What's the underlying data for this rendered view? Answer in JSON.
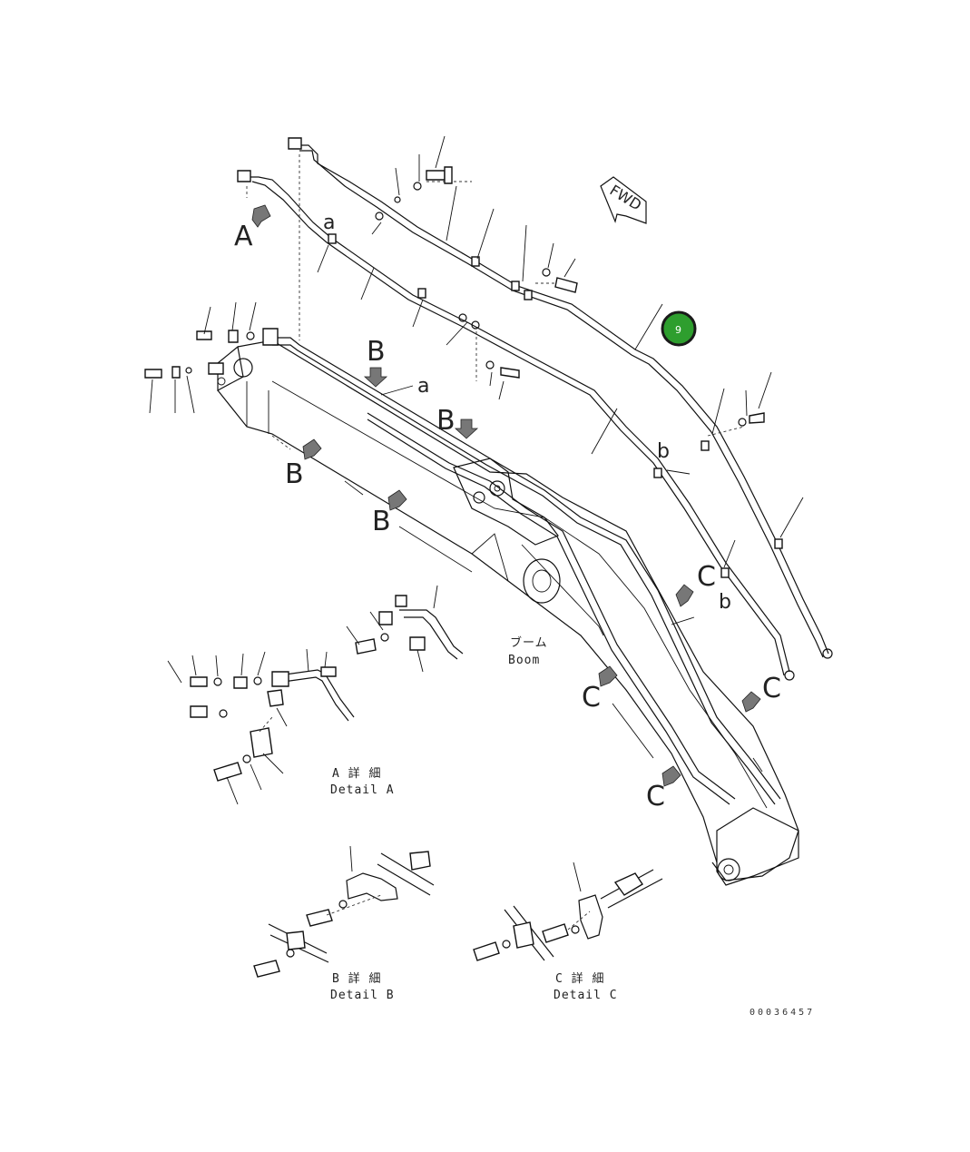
{
  "fwd_label": "FWD",
  "view_labels": {
    "a": "A",
    "b": "B",
    "c": "C"
  },
  "small_labels": {
    "a": "a",
    "b": "b"
  },
  "boom": {
    "jp": "ブーム",
    "en": "Boom"
  },
  "detail_a": {
    "jp": "A 詳 細",
    "en": "Detail A"
  },
  "detail_b": {
    "jp": "B 詳 細",
    "en": "Detail B"
  },
  "detail_c": {
    "jp": "C 詳 細",
    "en": "Detail C"
  },
  "drawing_id": "00036457",
  "callout": {
    "label": "9",
    "color": "#2e9e2e",
    "ring": "#1a1a1a"
  }
}
